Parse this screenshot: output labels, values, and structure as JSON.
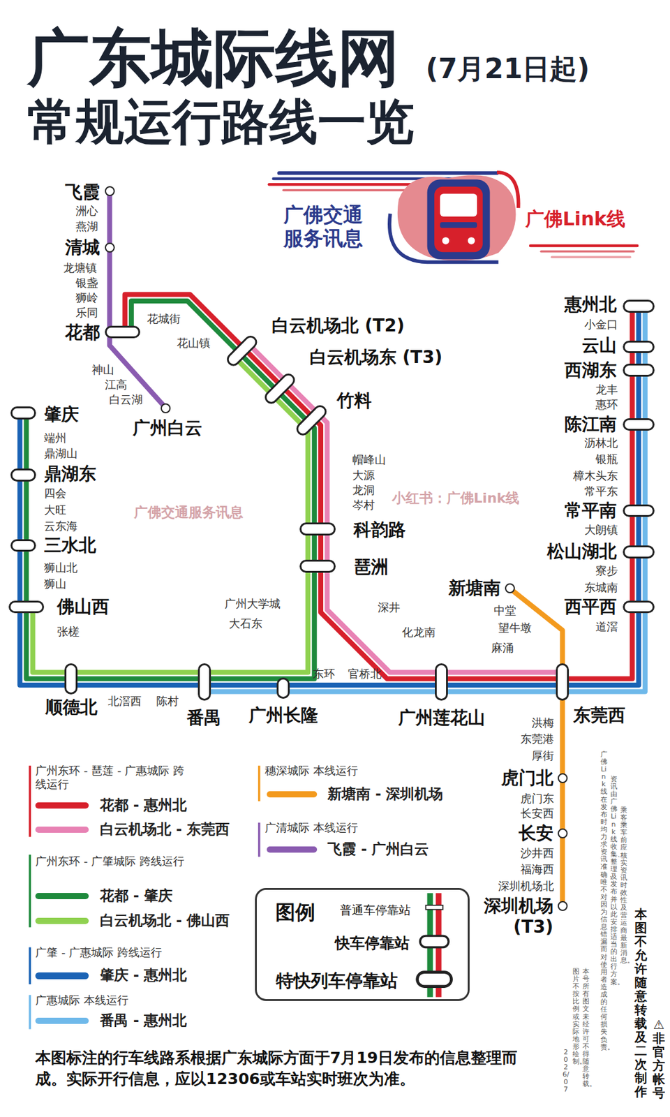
{
  "diagram": {
    "title": "广东城际线网",
    "caption": "本图标注的行车线路系根据广东城际方面于7月19日发布的信息整理而成。实际开行信息，应以12306或车站实时班次为准。",
    "nodes": [
      {
        "text": [
          "飞霞"
        ]
      },
      {
        "text": [
          "清城"
        ]
      },
      {
        "text": [
          "花都"
        ]
      },
      {
        "text": [
          "广州白云"
        ]
      },
      {
        "text": [
          "白云机场北 (T2)"
        ]
      },
      {
        "text": [
          "白云机场东 (T3)"
        ]
      },
      {
        "text": [
          "竹料"
        ]
      },
      {
        "text": [
          "科韵路"
        ]
      },
      {
        "text": [
          "琶洲"
        ]
      },
      {
        "text": [
          "肇庆"
        ]
      },
      {
        "text": [
          "鼎湖东"
        ]
      },
      {
        "text": [
          "三水北"
        ]
      },
      {
        "text": [
          "佛山西"
        ]
      },
      {
        "text": [
          "顺德北"
        ]
      },
      {
        "text": [
          "番禺"
        ]
      },
      {
        "text": [
          "广州长隆"
        ]
      },
      {
        "text": [
          "广州莲花山"
        ]
      },
      {
        "text": [
          "东莞西"
        ]
      },
      {
        "text": [
          "新塘南"
        ]
      },
      {
        "text": [
          "虎门北"
        ]
      },
      {
        "text": [
          "长安"
        ]
      },
      {
        "text": [
          "深圳机场 (T3)"
        ]
      },
      {
        "text": [
          "惠州北"
        ]
      },
      {
        "text": [
          "云山"
        ]
      },
      {
        "text": [
          "西湖东"
        ]
      },
      {
        "text": [
          "陈江南"
        ]
      },
      {
        "text": [
          "常平南"
        ]
      },
      {
        "text": [
          "松山湖北"
        ]
      },
      {
        "text": [
          "西平西"
        ]
      },
      {
        "text": [
          "图例",
          "普通车停靠站",
          "快车停靠站",
          "特快列车停靠站"
        ]
      }
    ],
    "edges": [
      {
        "from": 0,
        "to": 1,
        "arrow": "none"
      },
      {
        "from": 1,
        "to": 2,
        "arrow": "none"
      },
      {
        "from": 2,
        "to": 3,
        "arrow": "none"
      },
      {
        "from": 2,
        "to": 4,
        "arrow": "none"
      },
      {
        "from": 4,
        "to": 5,
        "arrow": "none"
      },
      {
        "from": 5,
        "to": 6,
        "arrow": "none"
      },
      {
        "from": 6,
        "to": 7,
        "arrow": "none"
      },
      {
        "from": 7,
        "to": 8,
        "arrow": "none"
      },
      {
        "from": 8,
        "to": 14,
        "arrow": "none"
      },
      {
        "from": 8,
        "to": 16,
        "arrow": "none"
      },
      {
        "from": 9,
        "to": 10,
        "arrow": "none"
      },
      {
        "from": 10,
        "to": 11,
        "arrow": "none"
      },
      {
        "from": 11,
        "to": 12,
        "arrow": "none"
      },
      {
        "from": 12,
        "to": 13,
        "arrow": "none"
      },
      {
        "from": 13,
        "to": 14,
        "arrow": "none"
      },
      {
        "from": 14,
        "to": 15,
        "arrow": "none"
      },
      {
        "from": 15,
        "to": 16,
        "arrow": "none"
      },
      {
        "from": 16,
        "to": 17,
        "arrow": "none"
      },
      {
        "from": 17,
        "to": 28,
        "arrow": "none"
      },
      {
        "from": 28,
        "to": 27,
        "arrow": "none"
      },
      {
        "from": 27,
        "to": 26,
        "arrow": "none"
      },
      {
        "from": 26,
        "to": 25,
        "arrow": "none"
      },
      {
        "from": 25,
        "to": 24,
        "arrow": "none"
      },
      {
        "from": 24,
        "to": 23,
        "arrow": "none"
      },
      {
        "from": 23,
        "to": 22,
        "arrow": "none"
      },
      {
        "from": 18,
        "to": 17,
        "arrow": "none"
      },
      {
        "from": 17,
        "to": 19,
        "arrow": "none"
      },
      {
        "from": 19,
        "to": 20,
        "arrow": "none"
      },
      {
        "from": 20,
        "to": 21,
        "arrow": "none"
      }
    ],
    "labels": [
      "(7月21日起)",
      "常规运行路线一览",
      "广佛交通 服务讯息",
      "广佛Link线",
      "洲心",
      "燕湖",
      "龙塘镇",
      "银盏",
      "狮岭",
      "乐同",
      "神山",
      "江高",
      "白云湖",
      "花城街",
      "花山镇",
      "帽峰山",
      "大源",
      "龙洞",
      "岑村",
      "端州",
      "鼎湖山",
      "四会",
      "大旺",
      "云东海",
      "狮山北",
      "狮山",
      "张槎",
      "广州大学城",
      "大石东",
      "深井",
      "化龙南",
      "北滘西",
      "陈村",
      "东环",
      "官桥北",
      "中堂",
      "望牛墩",
      "麻涌",
      "洪梅",
      "东莞港",
      "厚街",
      "虎门东",
      "长安西",
      "沙井西",
      "福海西",
      "深圳机场北",
      "小金口",
      "龙丰",
      "惠环",
      "沥林北",
      "银瓶",
      "樟木头东",
      "常平东",
      "大朗镇",
      "寮步",
      "东城南",
      "道滘",
      "广州东环 - 琶莲 - 广惠城际 跨线运行",
      "广州东环 - 广肇城际 跨线运行",
      "广肇 - 广惠城际 跨线运行",
      "广惠城际 本线运行",
      "穗深城际 本线运行",
      "广清城际 本线运行",
      "广佛交通服务讯息",
      "小红书：广佛Link线",
      "⚠非官方帐号",
      "本图不允许随意转载及二次制作",
      "乘客乘车前应核实资讯时效性及营运商最新消息。",
      "资讯由广佛Link线收集、整理及发布，并以此安排适当的出行方案。",
      "广佛Link线在发布时均力求资讯准确，唯不对因为信息错漏而对使用者造成的任何损失负责。",
      "本号所有图文未经许可不得随意转载。",
      "图片不按比例或实际地形绘制。",
      "2026/07"
    ],
    "legend": [
      {
        "text": "花都 - 惠州北",
        "color": "#d7202b"
      },
      {
        "text": "白云机场北 - 东莞西",
        "color": "#e882b4"
      },
      {
        "text": "花都 - 肇庆",
        "color": "#1e8a3c"
      },
      {
        "text": "白云机场北 - 佛山西",
        "color": "#8fd14f"
      },
      {
        "text": "肇庆 - 惠州北",
        "color": "#1a63b5"
      },
      {
        "text": "番禺 - 惠州北",
        "color": "#6fb9ea"
      },
      {
        "text": "新塘南 - 深圳机场",
        "color": "#f39a1e"
      },
      {
        "text": "飞霞 - 广州白云",
        "color": "#8a5bb0"
      }
    ]
  }
}
